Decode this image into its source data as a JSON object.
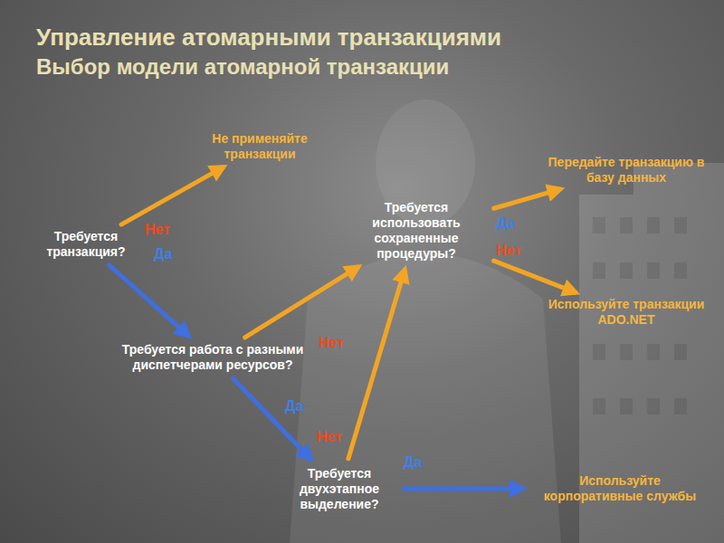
{
  "diagram": {
    "title": "Управление атомарными транзакциями",
    "nodes": [
      {
        "text": [
          "Требуется транзакция?"
        ]
      },
      {
        "text": [
          "Не применяйте транзакции"
        ]
      },
      {
        "text": [
          "Требуется использовать сохраненные процедуры?"
        ]
      },
      {
        "text": [
          "Передайте транзакцию в базу данных"
        ]
      },
      {
        "text": [
          "Используйте транзакции ADO.NET"
        ]
      },
      {
        "text": [
          "Требуется работа с разными диспетчерами ресурсов?"
        ]
      },
      {
        "text": [
          "Требуется двухэтапное выделение?"
        ]
      },
      {
        "text": [
          "Используйте корпоративные службы"
        ]
      }
    ],
    "edges": [
      {
        "from": 0,
        "to": 1,
        "label": "Нет",
        "arrow": "to"
      },
      {
        "from": 0,
        "to": 5,
        "label": "Да",
        "arrow": "to"
      },
      {
        "from": 5,
        "to": 2,
        "label": "Нет",
        "arrow": "to"
      },
      {
        "from": 5,
        "to": 6,
        "label": "Да",
        "arrow": "to"
      },
      {
        "from": 6,
        "to": 2,
        "label": "Нет",
        "arrow": "to"
      },
      {
        "from": 6,
        "to": 7,
        "label": "Да",
        "arrow": "to"
      },
      {
        "from": 2,
        "to": 3,
        "label": "Да",
        "arrow": "to"
      },
      {
        "from": 2,
        "to": 4,
        "label": "Нет",
        "arrow": "to"
      }
    ],
    "labels": [
      "Выбор модели атомарной транзакции"
    ]
  }
}
